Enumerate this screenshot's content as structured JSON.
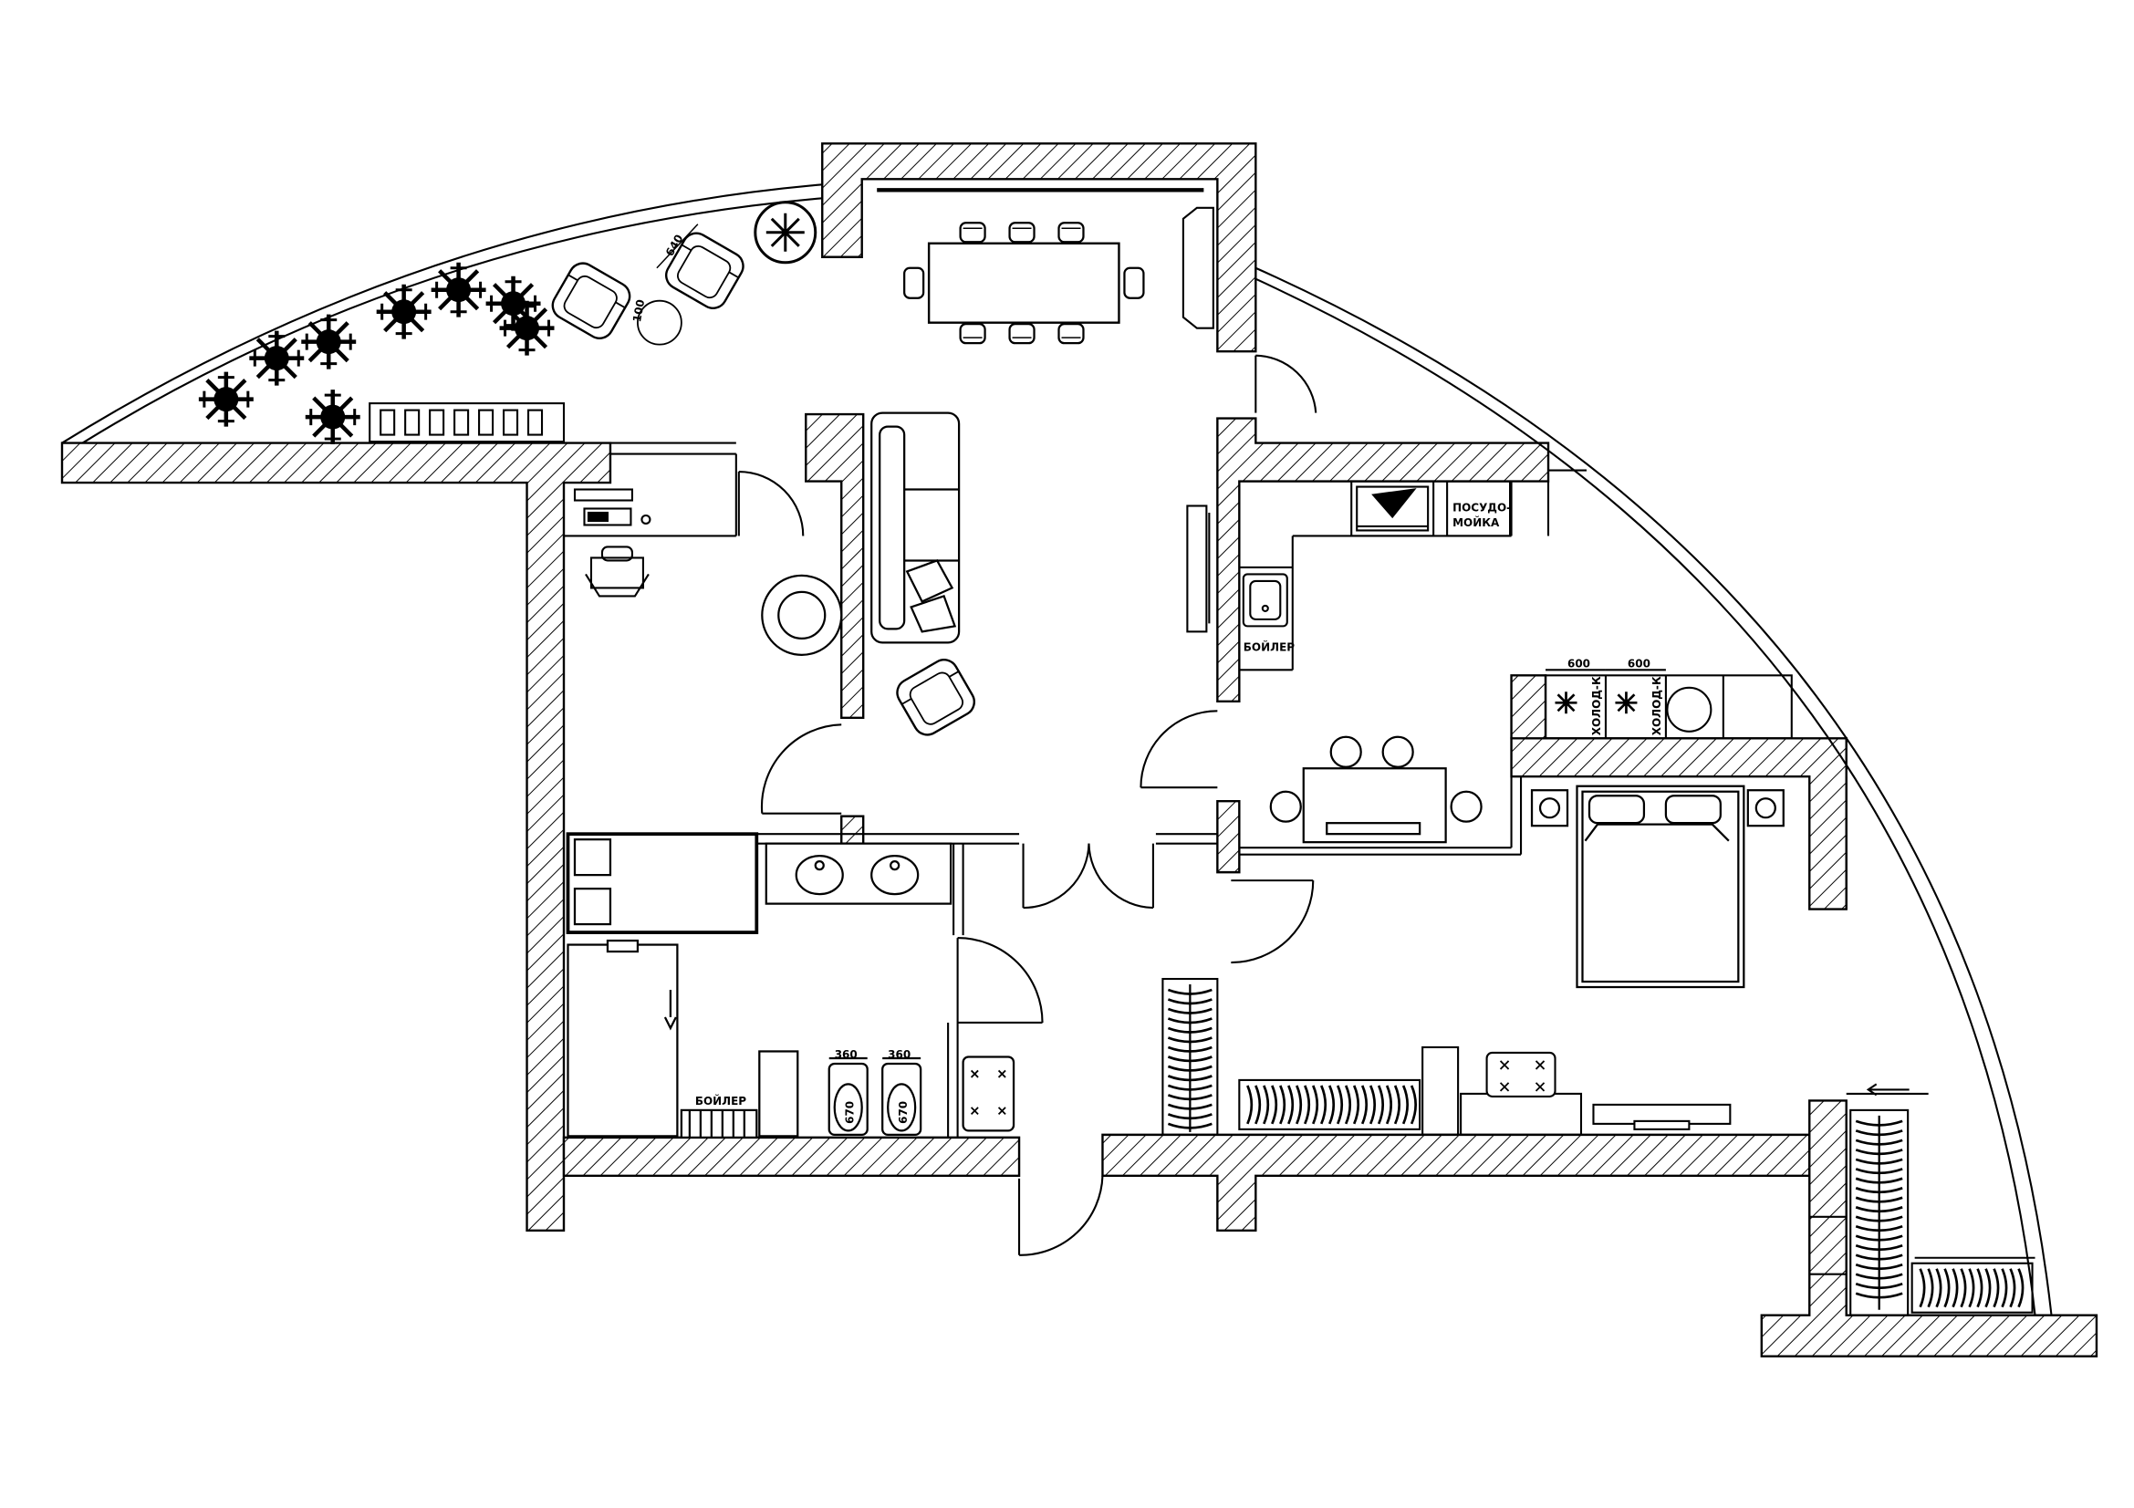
{
  "labels": {
    "kitchen_boiler": "БОЙЛЕР",
    "bath_boiler": "БОЙЛЕР",
    "dishwasher_line1": "ПОСУДО-",
    "dishwasher_line2": "МОЙКА",
    "fridge_1": "ХОЛОД-К",
    "fridge_2": "ХОЛОД-К"
  },
  "dimensions": {
    "armchair_width": "640",
    "armchair_depth": "100",
    "fridge_1_width": "600",
    "fridge_2_width": "600",
    "toilet_width": "360",
    "bidet_width": "360",
    "toilet_depth": "670",
    "bidet_depth": "670"
  }
}
